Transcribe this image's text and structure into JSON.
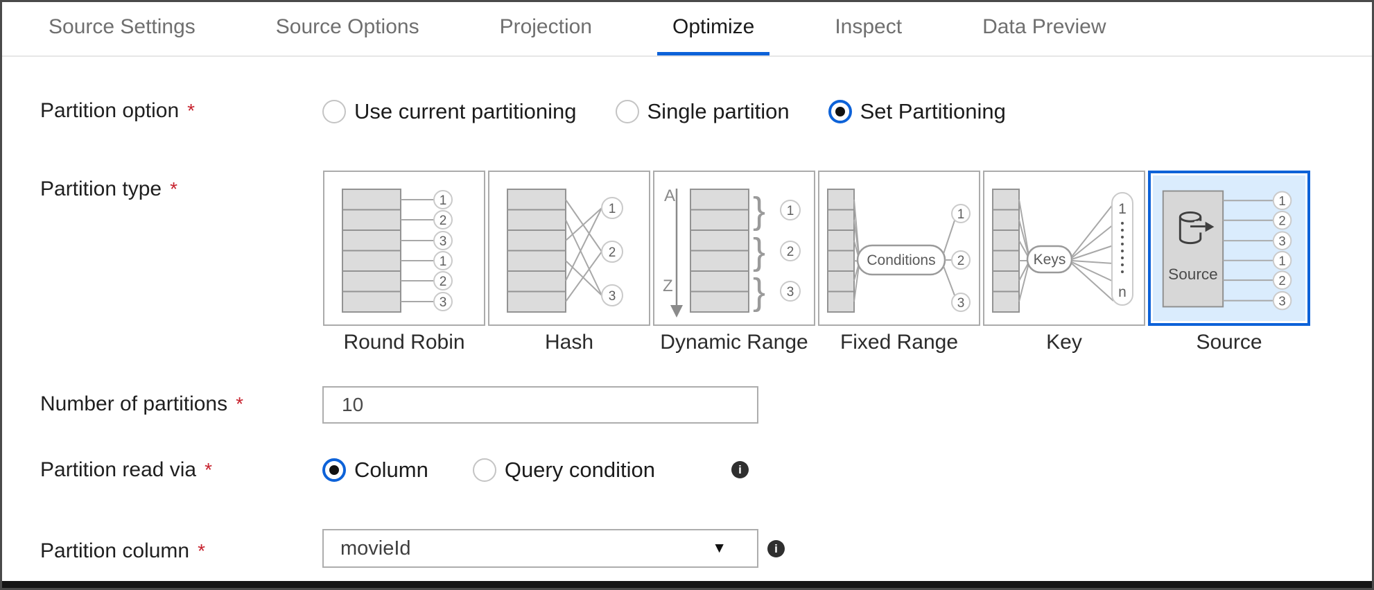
{
  "tabs": [
    {
      "label": "Source Settings",
      "active": false
    },
    {
      "label": "Source Options",
      "active": false
    },
    {
      "label": "Projection",
      "active": false
    },
    {
      "label": "Optimize",
      "active": true
    },
    {
      "label": "Inspect",
      "active": false
    },
    {
      "label": "Data Preview",
      "active": false
    }
  ],
  "form": {
    "partition_option": {
      "label": "Partition option",
      "required": "*",
      "options": [
        {
          "label": "Use current partitioning",
          "selected": false
        },
        {
          "label": "Single partition",
          "selected": false
        },
        {
          "label": "Set Partitioning",
          "selected": true
        }
      ]
    },
    "partition_type": {
      "label": "Partition type",
      "required": "*",
      "selected_tile": "Source"
    },
    "number_of_partitions": {
      "label": "Number of partitions",
      "required": "*",
      "value": "10"
    },
    "partition_read_via": {
      "label": "Partition read via",
      "required": "*",
      "options": [
        {
          "label": "Column",
          "selected": true
        },
        {
          "label": "Query condition",
          "selected": false
        }
      ]
    },
    "partition_column": {
      "label": "Partition column",
      "required": "*",
      "value": "movieId"
    }
  },
  "diagrams": {
    "rr": {
      "label": "Round Robin",
      "circles": [
        "1",
        "2",
        "3",
        "1",
        "2",
        "3"
      ]
    },
    "hash": {
      "label": "Hash",
      "circles": [
        "1",
        "2",
        "3"
      ]
    },
    "range": {
      "label": "Dynamic Range",
      "a": "A",
      "z": "Z",
      "braces": [
        "}",
        "}",
        "}"
      ],
      "circles": [
        "1",
        "2",
        "3"
      ]
    },
    "fixed": {
      "label": "Fixed Range",
      "pill": "Conditions",
      "circles": [
        "1",
        "2",
        "3"
      ]
    },
    "key": {
      "label": "Key",
      "pill": "Keys",
      "first": "1",
      "last": "n"
    },
    "source": {
      "label": "Source",
      "box_label": "Source",
      "circles": [
        "1",
        "2",
        "3",
        "1",
        "2",
        "3"
      ]
    }
  },
  "icons": {
    "caret": "▼",
    "info": "i"
  },
  "colors": {
    "accent_blue": "#0d62d8",
    "selected_tile_bg": "#daecfd",
    "required_red": "#c7222e",
    "inactive_tab": "#6f6f6f",
    "border_gray": "#ababab"
  }
}
